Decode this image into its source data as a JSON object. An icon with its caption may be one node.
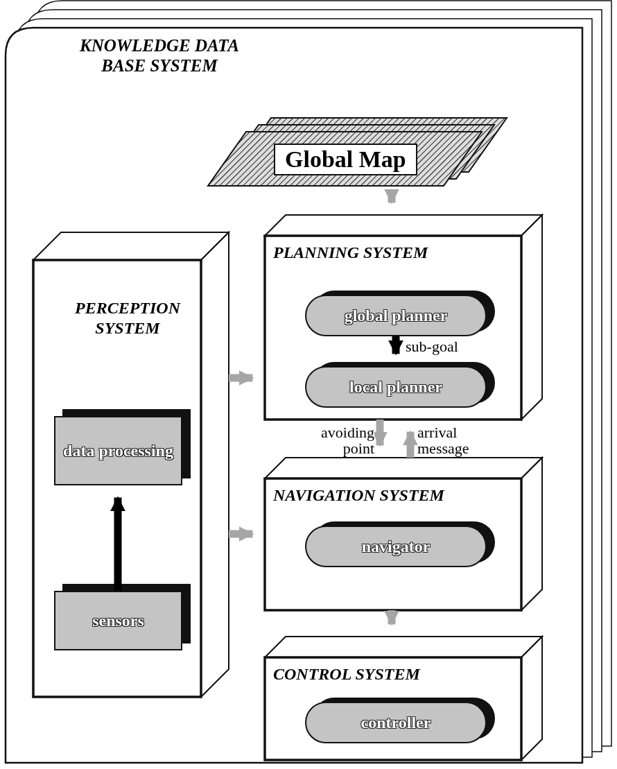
{
  "diagram": {
    "nodes": [
      {
        "text": [
          "KNOWLEDGE DATA BASE SYSTEM"
        ]
      },
      {
        "text": [
          "Global Map"
        ],
        "in": 0
      },
      {
        "text": [
          "PLANNING SYSTEM"
        ],
        "in": 0
      },
      {
        "text": [
          "global planner"
        ],
        "in": 2
      },
      {
        "text": [
          "local planner"
        ],
        "in": 2
      },
      {
        "text": [
          "PERCEPTION SYSTEM"
        ],
        "in": 0
      },
      {
        "text": [
          "data processing"
        ],
        "in": 5
      },
      {
        "text": [
          "sensors"
        ],
        "in": 5
      },
      {
        "text": [
          "NAVIGATION SYSTEM"
        ],
        "in": 0
      },
      {
        "text": [
          "navigator"
        ],
        "in": 8
      },
      {
        "text": [
          "CONTROL SYSTEM"
        ],
        "in": 0
      },
      {
        "text": [
          "controller"
        ],
        "in": 10
      }
    ],
    "edges": [
      {
        "from": 1,
        "to": 2,
        "arrow": "to"
      },
      {
        "from": 3,
        "to": 4,
        "arrow": "to",
        "label": "sub-goal",
        "color": "#000000"
      },
      {
        "from": 5,
        "to": 2,
        "arrow": "to"
      },
      {
        "from": 7,
        "to": 6,
        "arrow": "to",
        "color": "#000000"
      },
      {
        "from": 5,
        "to": 8,
        "arrow": "to"
      },
      {
        "from": 2,
        "to": 8,
        "arrow": "to",
        "label": "avoiding point"
      },
      {
        "from": 8,
        "to": 2,
        "arrow": "to",
        "label": "arrival message"
      },
      {
        "from": 8,
        "to": 10,
        "arrow": "to"
      }
    ]
  }
}
